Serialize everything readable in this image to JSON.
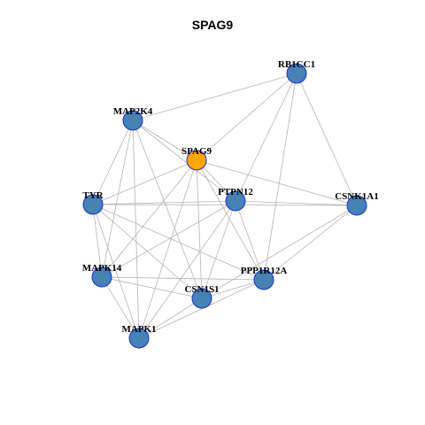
{
  "title": "SPAG9",
  "colors": {
    "node_fill": "#4682b4",
    "node_border": "#1a2fd6",
    "center_fill": "#ffa500",
    "edge": "#b4b4b4"
  },
  "nodes": [
    {
      "id": "RB1CC1",
      "label": "RB1CC1"
    },
    {
      "id": "MAP2K4",
      "label": "MAP2K4"
    },
    {
      "id": "SPAG9",
      "label": "SPAG9",
      "center": true
    },
    {
      "id": "TYR",
      "label": "TYR"
    },
    {
      "id": "PTPN12",
      "label": "PTPN12"
    },
    {
      "id": "CSNK1A1",
      "label": "CSNK1A1"
    },
    {
      "id": "MAPK14",
      "label": "MAPK14"
    },
    {
      "id": "PPP1R12A",
      "label": "PPP1R12A"
    },
    {
      "id": "CSN1S1",
      "label": "CSN1S1"
    },
    {
      "id": "MAPK1",
      "label": "MAPK1"
    }
  ],
  "edges": [
    [
      "RB1CC1",
      "MAP2K4"
    ],
    [
      "RB1CC1",
      "SPAG9"
    ],
    [
      "RB1CC1",
      "PTPN12"
    ],
    [
      "RB1CC1",
      "CSNK1A1"
    ],
    [
      "RB1CC1",
      "PPP1R12A"
    ],
    [
      "MAP2K4",
      "SPAG9"
    ],
    [
      "MAP2K4",
      "TYR"
    ],
    [
      "MAP2K4",
      "PTPN12"
    ],
    [
      "MAP2K4",
      "MAPK14"
    ],
    [
      "MAP2K4",
      "CSN1S1"
    ],
    [
      "MAP2K4",
      "MAPK1"
    ],
    [
      "SPAG9",
      "TYR"
    ],
    [
      "SPAG9",
      "PTPN12"
    ],
    [
      "SPAG9",
      "CSNK1A1"
    ],
    [
      "SPAG9",
      "MAPK14"
    ],
    [
      "SPAG9",
      "PPP1R12A"
    ],
    [
      "SPAG9",
      "CSN1S1"
    ],
    [
      "SPAG9",
      "MAPK1"
    ],
    [
      "TYR",
      "PTPN12"
    ],
    [
      "TYR",
      "CSNK1A1"
    ],
    [
      "TYR",
      "MAPK14"
    ],
    [
      "TYR",
      "PPP1R12A"
    ],
    [
      "TYR",
      "CSN1S1"
    ],
    [
      "TYR",
      "MAPK1"
    ],
    [
      "PTPN12",
      "CSNK1A1"
    ],
    [
      "PTPN12",
      "MAPK14"
    ],
    [
      "PTPN12",
      "PPP1R12A"
    ],
    [
      "PTPN12",
      "CSN1S1"
    ],
    [
      "PTPN12",
      "MAPK1"
    ],
    [
      "CSNK1A1",
      "PPP1R12A"
    ],
    [
      "CSNK1A1",
      "CSN1S1"
    ],
    [
      "MAPK14",
      "PPP1R12A"
    ],
    [
      "MAPK14",
      "CSN1S1"
    ],
    [
      "MAPK14",
      "MAPK1"
    ],
    [
      "PPP1R12A",
      "CSN1S1"
    ],
    [
      "PPP1R12A",
      "MAPK1"
    ],
    [
      "CSN1S1",
      "MAPK1"
    ]
  ]
}
